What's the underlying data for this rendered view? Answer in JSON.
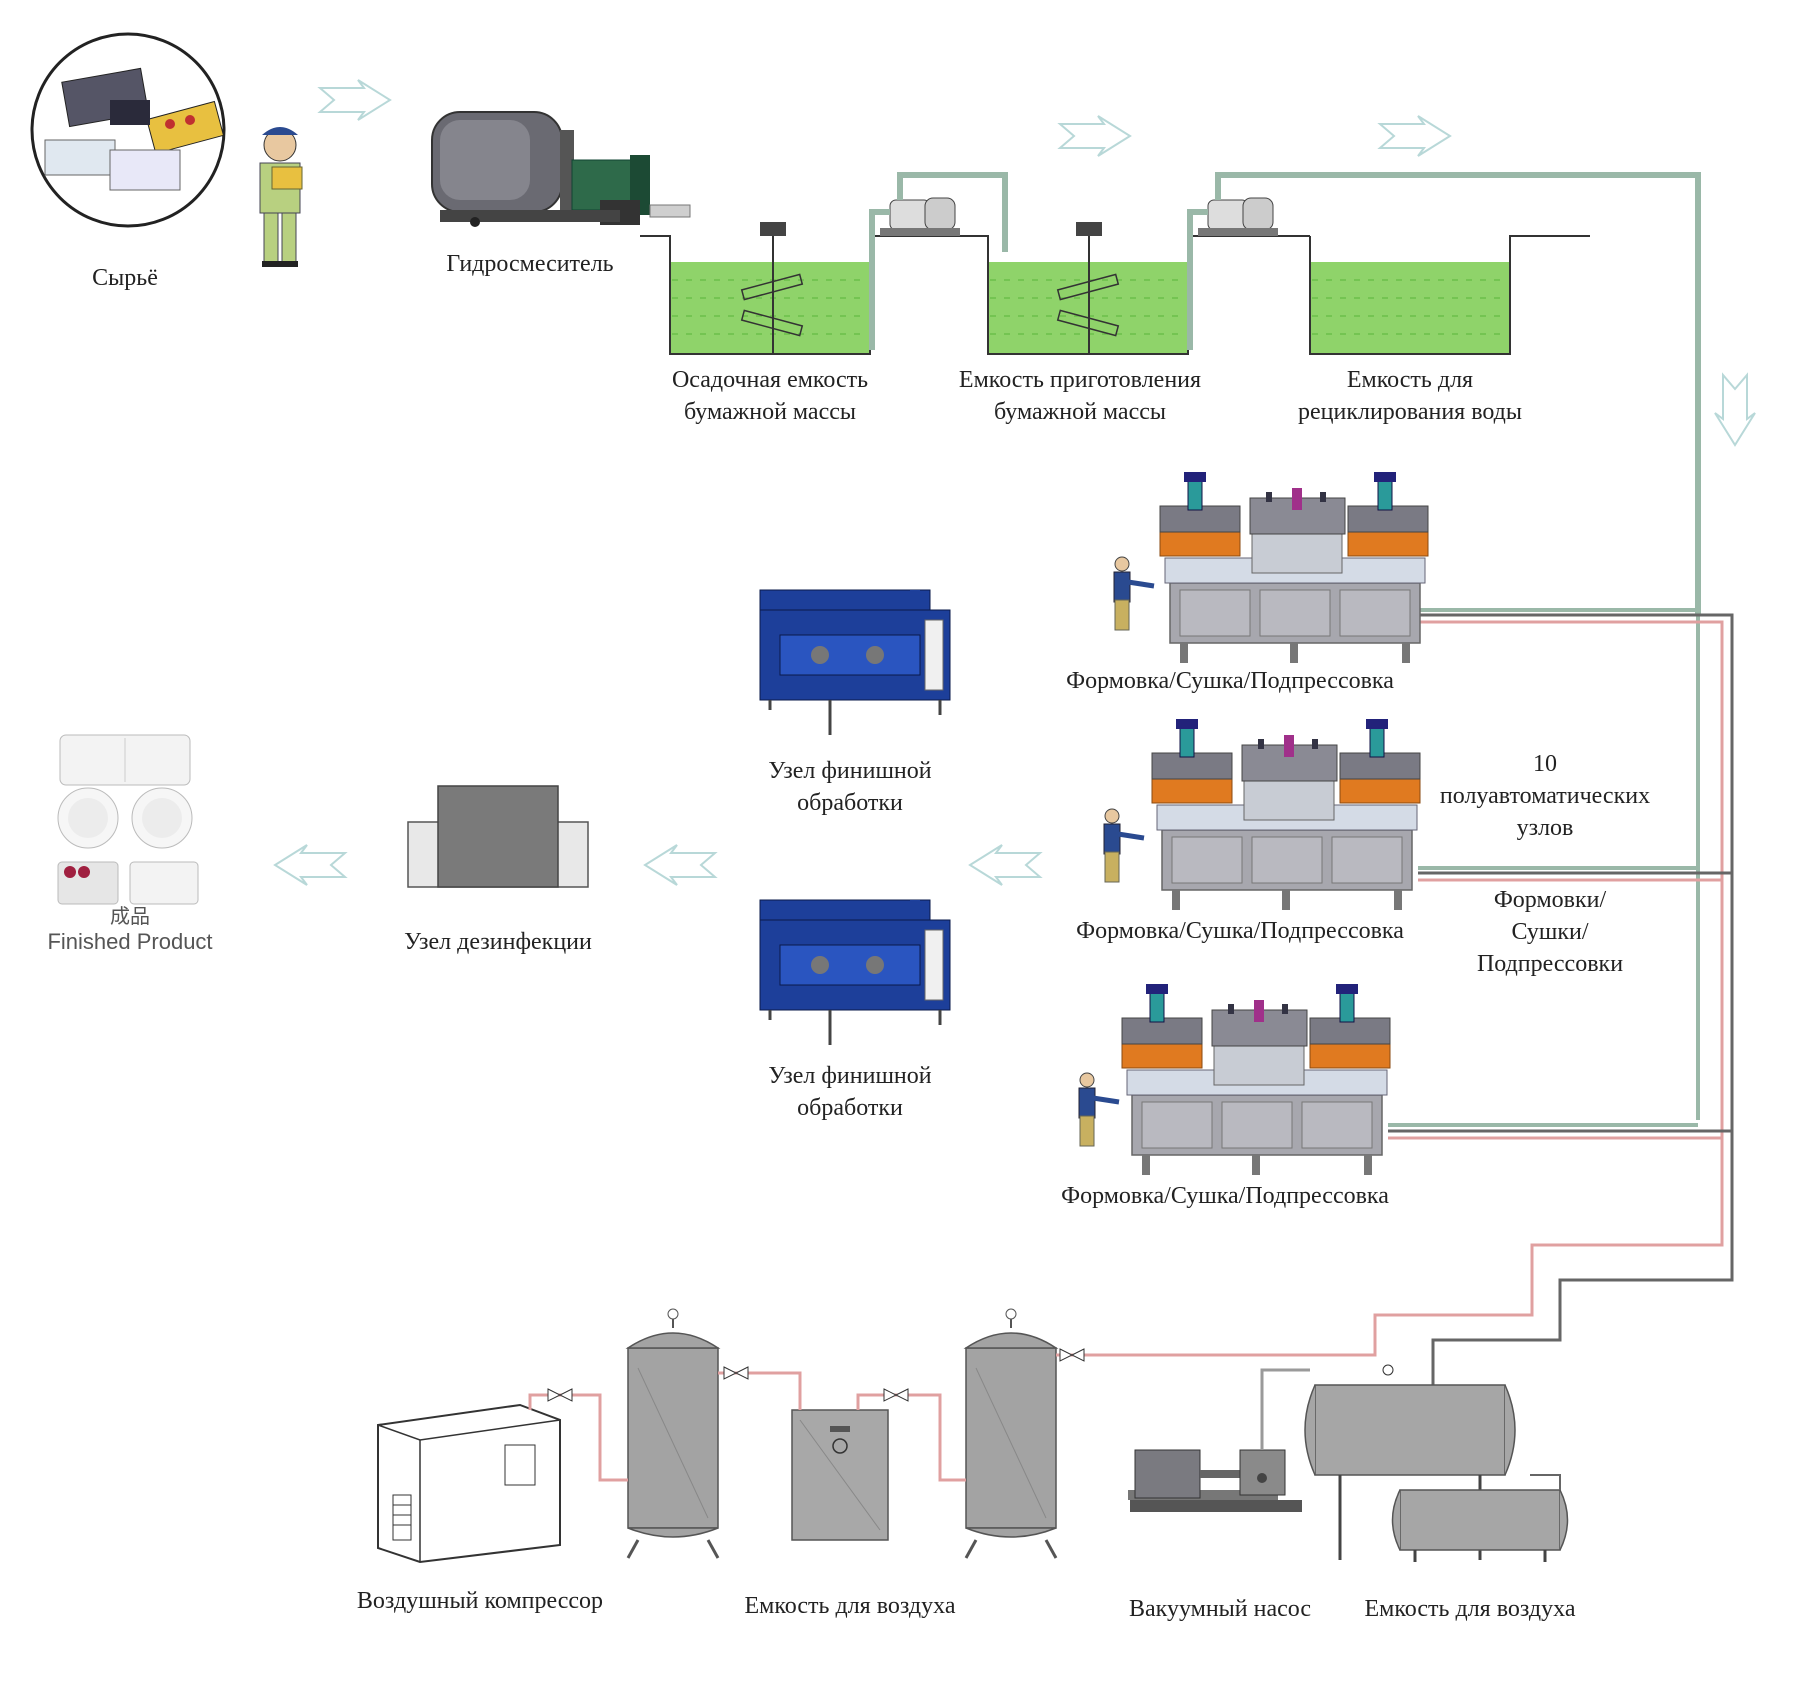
{
  "labels": {
    "raw": "Сырьё",
    "mixer": "Гидросмеситель",
    "settling_tank": [
      "Осадочная емкость",
      "бумажной массы"
    ],
    "prep_tank": [
      "Емкость приготовления",
      "бумажной массы"
    ],
    "recycle_tank": [
      "Емкость для",
      "рециклирования воды"
    ],
    "forming_1": "Формовка/Сушка/Подпрессовка",
    "forming_2": "Формовка/Сушка/Подпрессовка",
    "forming_3": "Формовка/Сушка/Подпрессовка",
    "semi_auto": [
      "10",
      "полуавтоматических",
      "узлов"
    ],
    "forming_group": [
      "Формовки/",
      "Сушки/",
      "Подпрессовки"
    ],
    "finishing_1": [
      "Узел финишной",
      "обработки"
    ],
    "finishing_2": [
      "Узел финишной",
      "обработки"
    ],
    "disinfection": "Узел дезинфекции",
    "product_cn": "成品",
    "product_en": "Finished Product",
    "compressor": "Воздушный компрессор",
    "air_tank_1": "Емкость для воздуха",
    "vacuum_pump": "Вакуумный насос",
    "air_tank_2": "Емкость для воздуха"
  },
  "colors": {
    "water": "#8fd36a",
    "water_line": "#6cbf4a",
    "pipe_green": "#9ab8a8",
    "pipe_red": "#e0a0a0",
    "arrow": "#b8d8d8",
    "machine_blue": "#1d3f9a",
    "machine_orange": "#e07a20",
    "machine_gray": "#9a9aa2",
    "tank_gray": "#9a9a9a"
  }
}
